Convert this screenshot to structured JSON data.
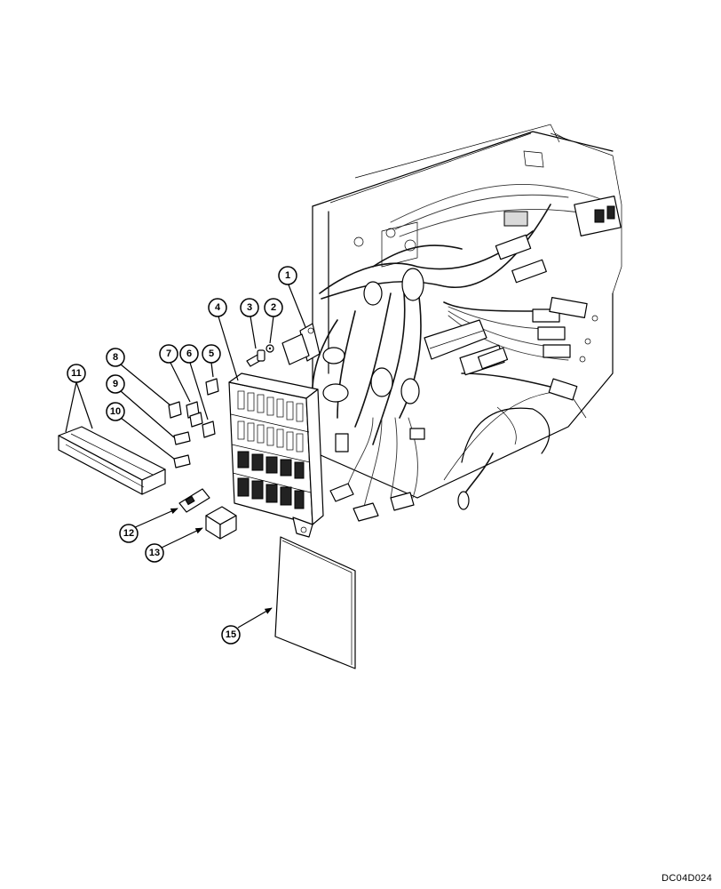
{
  "callouts": {
    "c1": "1",
    "c2": "2",
    "c3": "3",
    "c4": "4",
    "c5": "5",
    "c6": "6",
    "c7": "7",
    "c8": "8",
    "c9": "9",
    "c10": "10",
    "c11": "11",
    "c12": "12",
    "c13": "13",
    "c15": "15"
  },
  "drawing_code": "DC04D024"
}
